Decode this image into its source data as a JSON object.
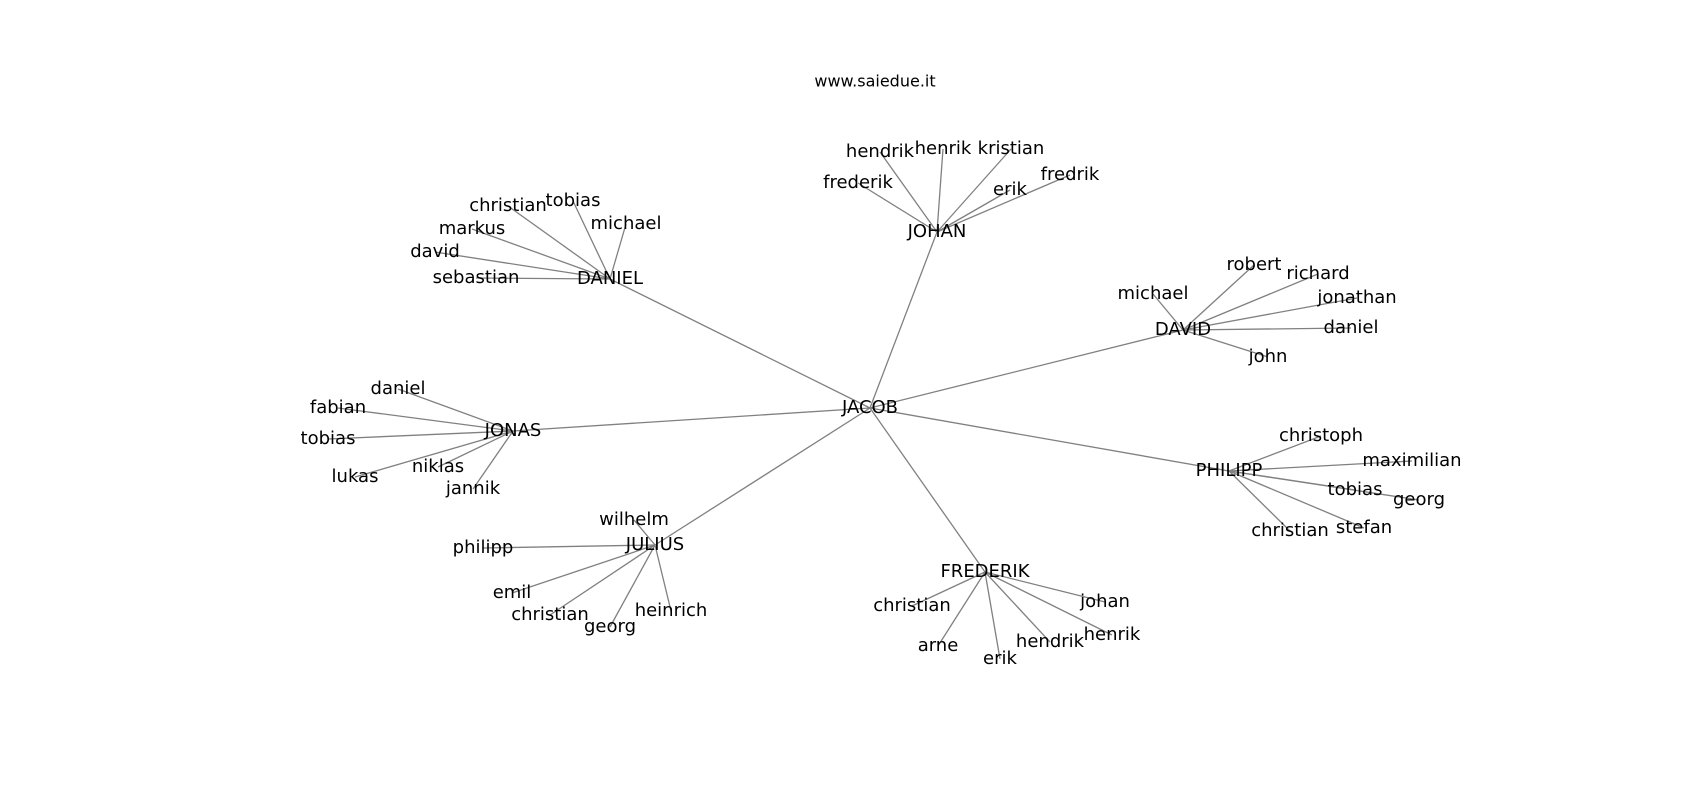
{
  "header": {
    "site": "www.saiedue.it"
  },
  "graph": {
    "root": "JACOB",
    "groups": [
      {
        "name": "JOHAN",
        "children": [
          "hendrik",
          "henrik",
          "kristian",
          "frederik",
          "erik",
          "fredrik"
        ]
      },
      {
        "name": "DANIEL",
        "children": [
          "christian",
          "tobias",
          "michael",
          "markus",
          "david",
          "sebastian"
        ]
      },
      {
        "name": "DAVID",
        "children": [
          "robert",
          "richard",
          "michael",
          "jonathan",
          "daniel",
          "john"
        ]
      },
      {
        "name": "JONAS",
        "children": [
          "daniel",
          "fabian",
          "tobias",
          "lukas",
          "niklas",
          "jannik"
        ]
      },
      {
        "name": "PHILIPP",
        "children": [
          "christoph",
          "maximilian",
          "tobias",
          "georg",
          "christian",
          "stefan"
        ]
      },
      {
        "name": "JULIUS",
        "children": [
          "wilhelm",
          "philipp",
          "emil",
          "christian",
          "georg",
          "heinrich"
        ]
      },
      {
        "name": "FREDERIK",
        "children": [
          "christian",
          "johan",
          "arne",
          "erik",
          "hendrik",
          "henrik"
        ]
      }
    ]
  }
}
